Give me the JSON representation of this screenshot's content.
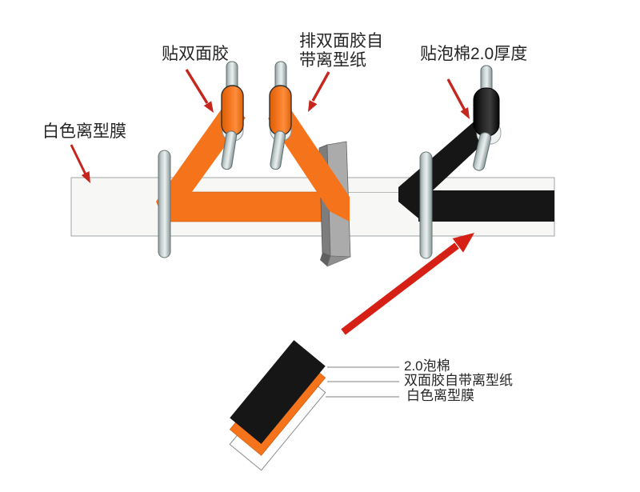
{
  "figure": {
    "annotations": {
      "apply_tape": "贴双面胶",
      "feed_tape_line1": "排双面胶自",
      "feed_tape_line2": "带离型纸",
      "apply_foam": "贴泡棉2.0厚度",
      "white_film": "白色离型膜"
    },
    "stack_legend": {
      "foam_layer": "2.0泡棉",
      "tape_layer": "双面胶自带离型纸",
      "film_layer": "白色离型膜"
    },
    "colors": {
      "tape_orange": "#F5731A",
      "foam_black": "#161616",
      "belt_white": "#F7F7F5",
      "roller_metal": "#C9D2D2",
      "blade_gray": "#ABABAB",
      "arrow_red": "#C5261D",
      "long_arrow_red": "#D62015",
      "text": "#262626"
    }
  }
}
